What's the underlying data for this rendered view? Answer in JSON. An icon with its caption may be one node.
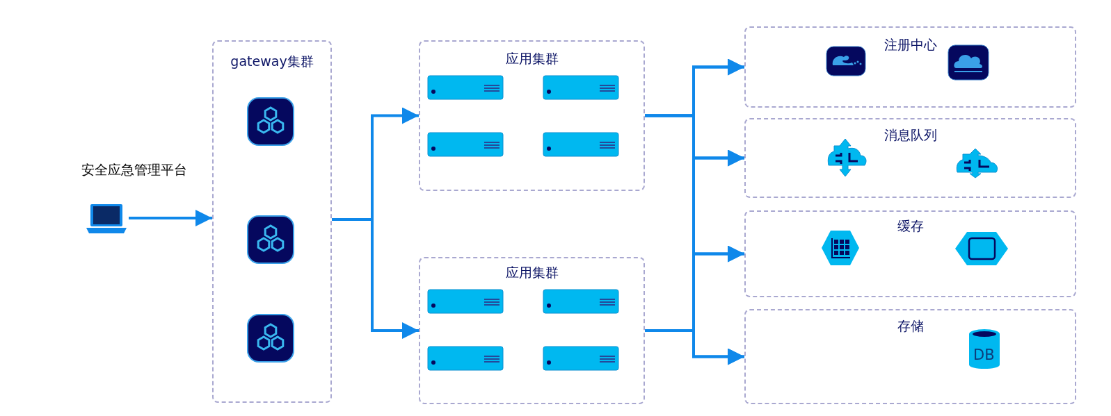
{
  "diagram": {
    "nodes": [
      {
        "text": [
          "安全应急管理平台"
        ]
      },
      {
        "text": [
          "gateway集群"
        ]
      },
      {
        "text": [
          "应用集群"
        ]
      },
      {
        "text": [
          "应用集群"
        ]
      },
      {
        "text": [
          "注册中心"
        ]
      },
      {
        "text": [
          "消息队列"
        ]
      },
      {
        "text": [
          "缓存"
        ]
      },
      {
        "text": [
          "存储"
        ]
      }
    ],
    "edges": [
      {
        "from": 0,
        "to": 1,
        "arrow": "to"
      },
      {
        "from": 1,
        "to": 2,
        "arrow": "to"
      },
      {
        "from": 1,
        "to": 3,
        "arrow": "to"
      },
      {
        "from": 2,
        "to": 4,
        "arrow": "to"
      },
      {
        "from": 2,
        "to": 5,
        "arrow": "to"
      },
      {
        "from": 2,
        "to": 6,
        "arrow": "to"
      },
      {
        "from": 2,
        "to": 7,
        "arrow": "to"
      },
      {
        "from": 3,
        "to": 4,
        "arrow": "to"
      },
      {
        "from": 3,
        "to": 5,
        "arrow": "to"
      },
      {
        "from": 3,
        "to": 6,
        "arrow": "to"
      },
      {
        "from": 3,
        "to": 7,
        "arrow": "to"
      }
    ],
    "labels": [
      "DB"
    ]
  }
}
